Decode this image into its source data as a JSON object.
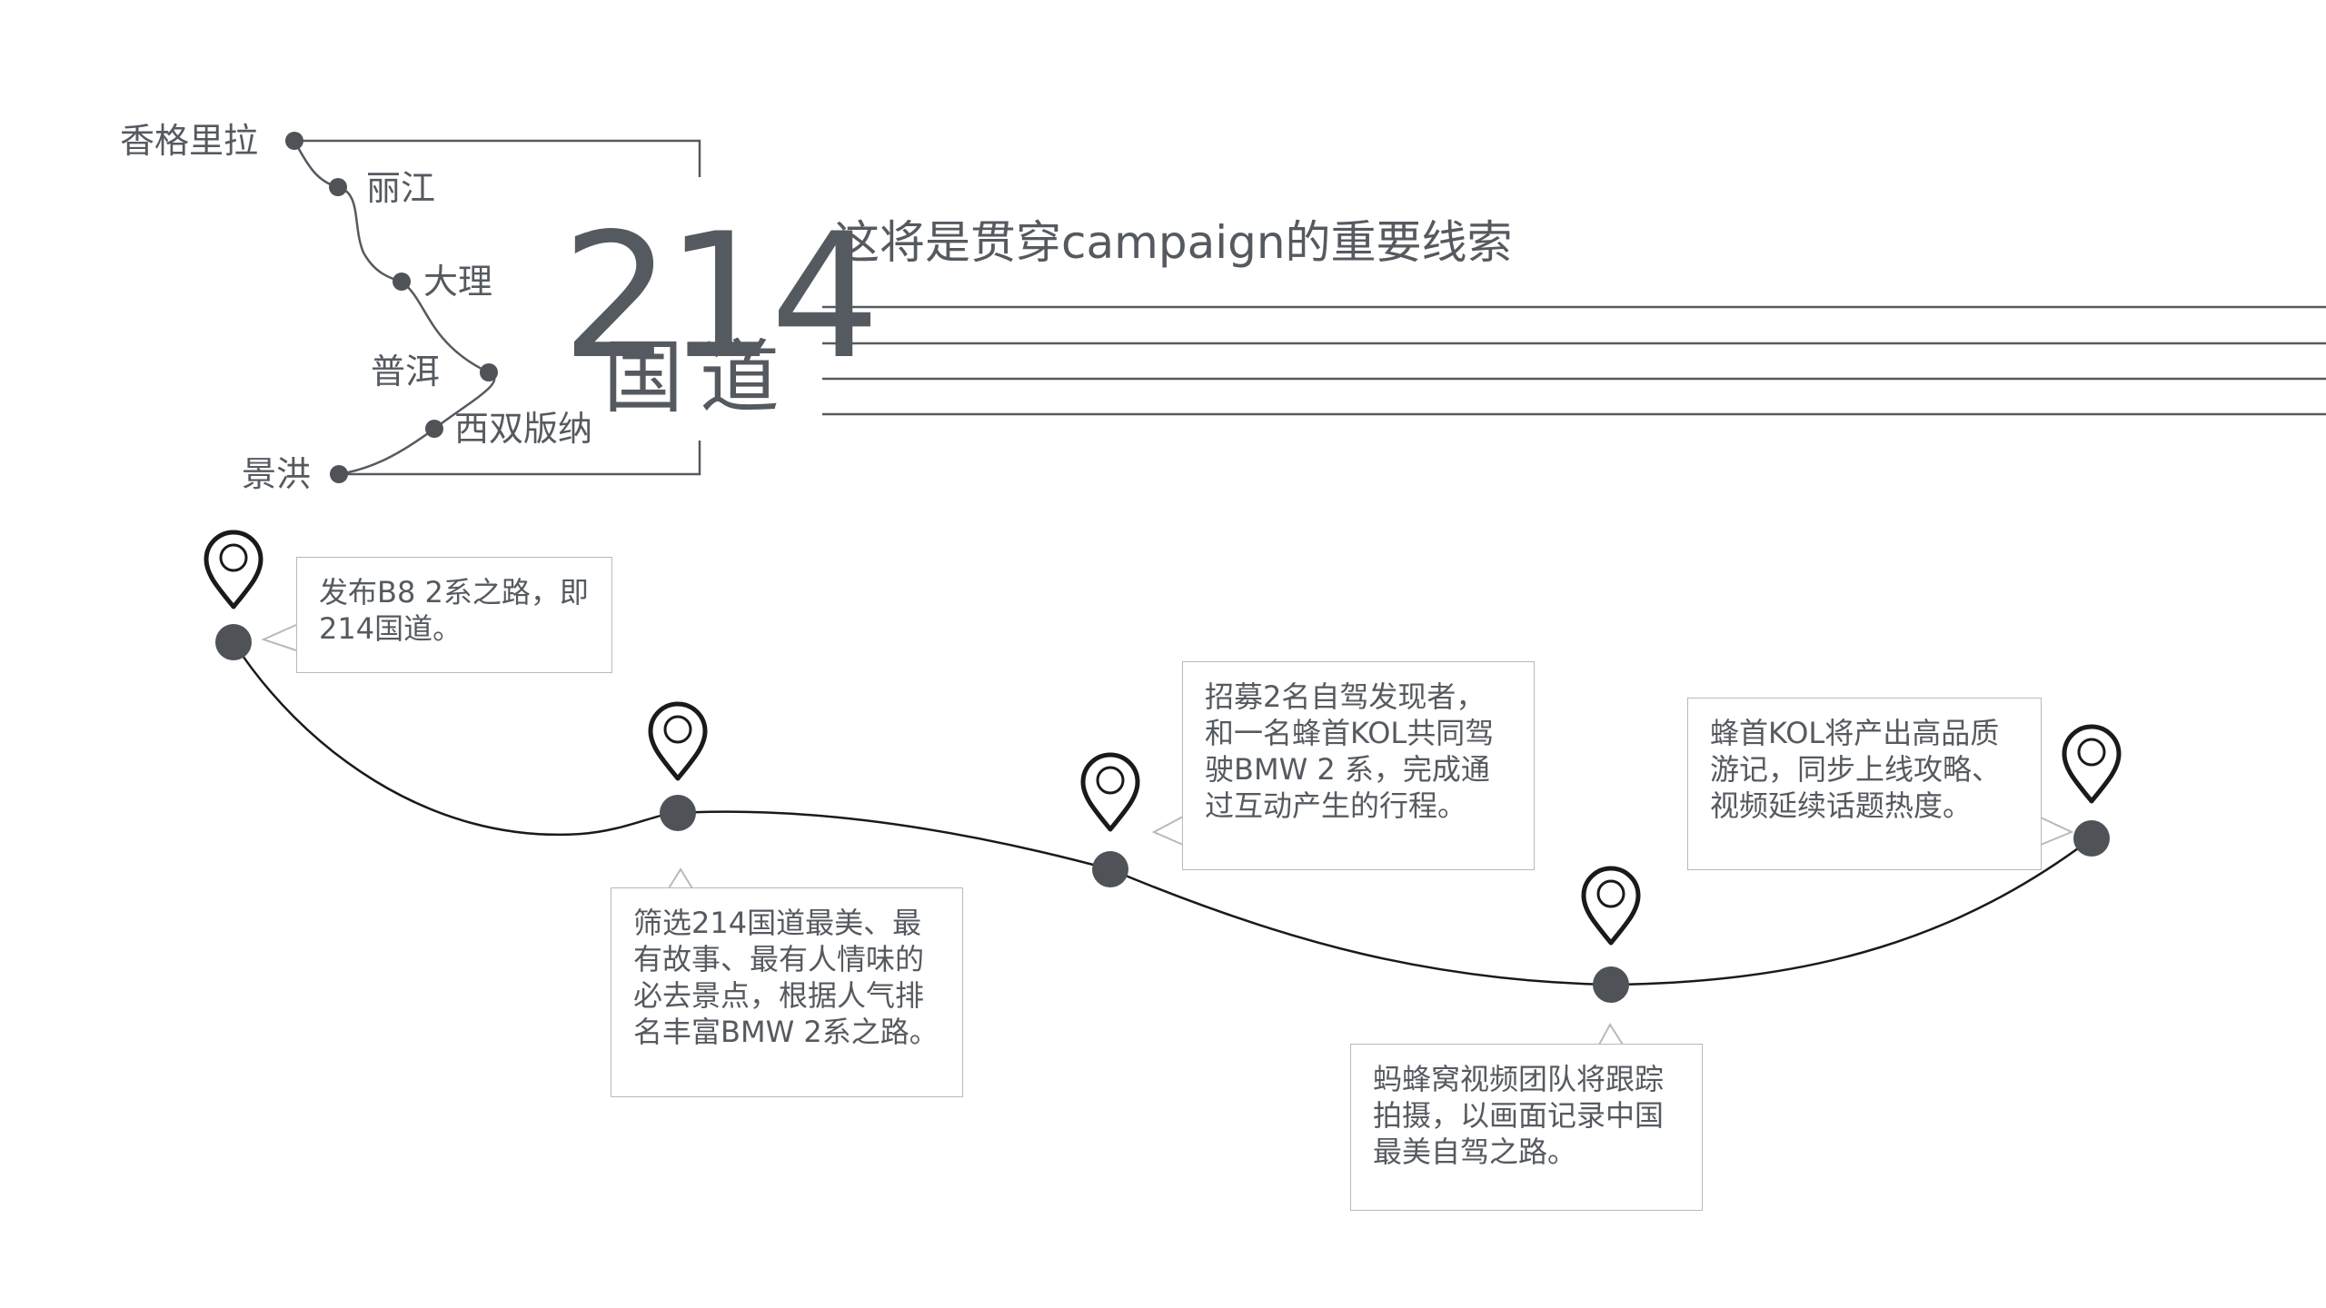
{
  "route": {
    "cities": [
      "香格里拉",
      "丽江",
      "大理",
      "普洱",
      "西双版纳",
      "景洪"
    ],
    "number": "214",
    "subtitle": "国道",
    "headline": "这将是贯穿campaign的重要线索"
  },
  "timeline": {
    "steps": [
      {
        "text": "发布B8 2系之路，即214国道。"
      },
      {
        "text": "筛选214国道最美、最有故事、最有人情味的必去景点，根据人气排名丰富BMW 2系之路。"
      },
      {
        "text": "招募2名自驾发现者，和一名蜂首KOL共同驾驶BMW 2 系，完成通过互动产生的行程。"
      },
      {
        "text": "蚂蜂窝视频团队将跟踪拍摄，以画面记录中国最美自驾之路。"
      },
      {
        "text": "蜂首KOL将产出高品质游记，同步上线攻略、视频延续话题热度。"
      }
    ]
  },
  "colors": {
    "ink": "#555a60",
    "line": "#1a1a1a",
    "dot": "#4f5358",
    "border": "#b7b9bc"
  }
}
